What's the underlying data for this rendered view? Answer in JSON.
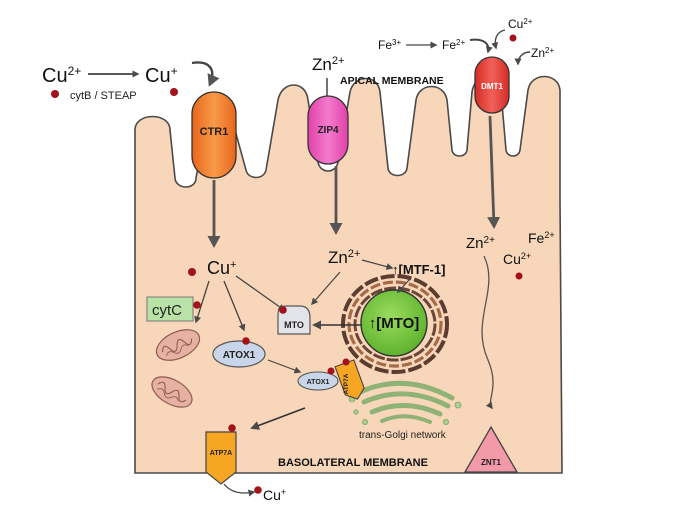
{
  "colors": {
    "cell_fill": "#f8d6b9",
    "cell_stroke": "#4a4a4a",
    "ctr1": "#f07a2a",
    "zip4": "#ec4fb4",
    "dmt1": "#e43a32",
    "mto_green": "#7ac943",
    "atox1": "#c9d6ea",
    "atp7a": "#f7a623",
    "cytc": "#b9e3a6",
    "mito": "#e7b1a2",
    "znt1": "#f29aa8",
    "copper_dot": "#a3111a",
    "golgi": "#a8cf8f"
  },
  "labels": {
    "cu2_left": "Cu2+",
    "cu_plus_left": "Cu+",
    "reductase": "cytB / STEAP",
    "zn2_top": "Zn2+",
    "apical_membrane": "APICAL MEMBRANE",
    "fe3": "Fe3+",
    "fe2_top": "Fe2+",
    "cu2_top_right": "Cu2+",
    "zn2_top_right": "Zn2+",
    "ctr1": "CTR1",
    "zip4": "ZIP4",
    "dmt1": "DMT1",
    "cu_plus_cyto": "Cu+",
    "zn2_cyto": "Zn2+",
    "mtf1": "↑[MTF-1]",
    "zn2_right_cyto": "Zn2+",
    "fe2_cyto": "Fe2+",
    "cu2_cyto": "Cu2+",
    "cytc": "cytC",
    "mto_small": "MTO",
    "mto_big": "↑[MTO]",
    "atox1": "ATOX1",
    "atox1_golgi": "ATOX1",
    "atp7a_golgi": "ATP7A",
    "golgi": "trans-Golgi network",
    "atp7a_basal": "ATP7A",
    "basolateral_membrane": "BASOLATERAL MEMBRANE",
    "znt1": "ZNT1",
    "cu_plus_out": "Cu+"
  }
}
